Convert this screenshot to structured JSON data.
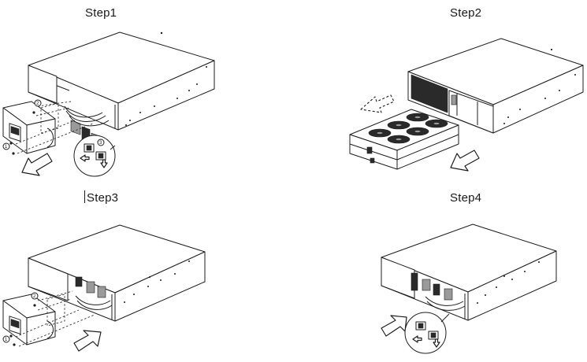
{
  "steps": [
    {
      "id": 1,
      "title": "Step1",
      "callouts": [
        "1",
        "2",
        "3"
      ]
    },
    {
      "id": 2,
      "title": "Step2"
    },
    {
      "id": 3,
      "title": "Step3",
      "callouts": [
        "1",
        "2"
      ]
    },
    {
      "id": 4,
      "title": "Step4"
    }
  ]
}
